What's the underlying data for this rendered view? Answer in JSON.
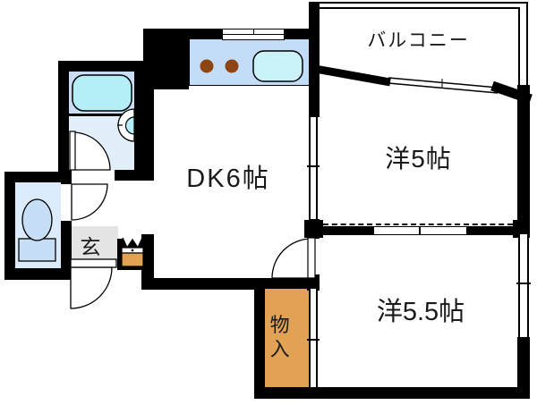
{
  "title": "apartment-floor-plan",
  "rooms": {
    "balcony": {
      "label": "バルコニー"
    },
    "western_5": {
      "label": "洋5帖"
    },
    "western_5_5": {
      "label": "洋5.5帖"
    },
    "dining_kitchen": {
      "label": "DK6帖"
    },
    "entrance": {
      "label": "玄"
    },
    "storage": {
      "label": "物入"
    }
  },
  "fixtures": [
    "bathtub",
    "washbasin",
    "toilet",
    "kitchen-sink",
    "stove-burners",
    "shoe-cabinet",
    "entry-door",
    "bath-door",
    "toilet-door",
    "room-door",
    "sliding-door",
    "sliding-partition",
    "windows"
  ],
  "colors": {
    "wall": "#000000",
    "text": "#1a1a1a",
    "bath-upper": "#c9def5",
    "bath-lower": "#e3eefb",
    "toilet-floor": "#dcebfb",
    "fixture-cyan": "#b4eef6",
    "fixture-blue": "#c6dff7",
    "counter-blue": "#c3ddf8",
    "sink-cyan": "#cbf2f9",
    "burner-brown": "#8e4413",
    "entry-gray": "#e4e4e4",
    "storage-orange": "#e2a254"
  }
}
